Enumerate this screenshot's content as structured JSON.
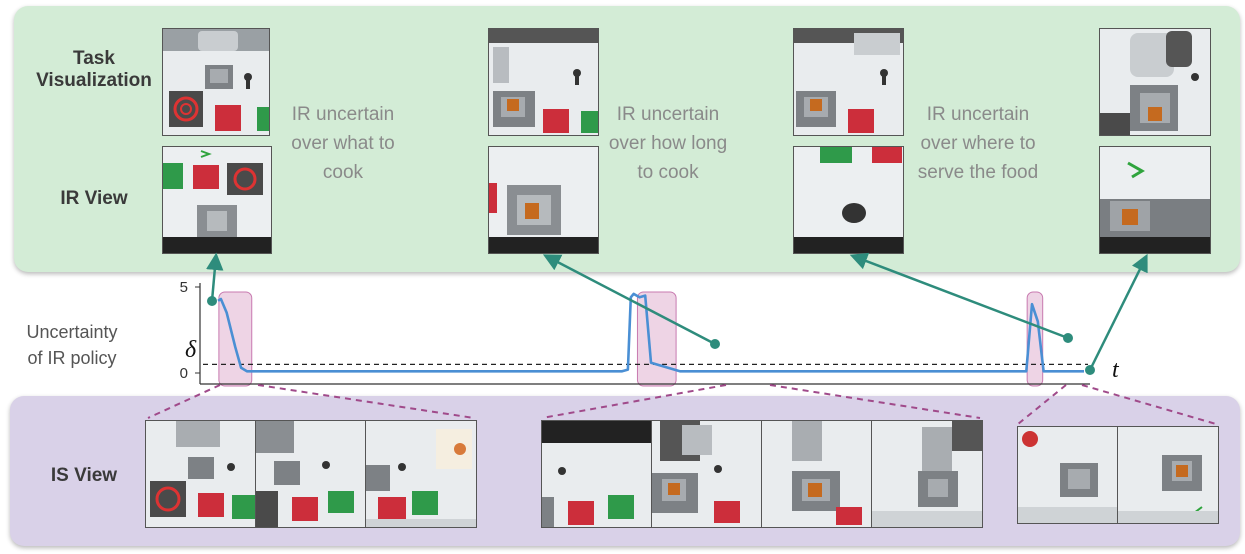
{
  "labels": {
    "task_visualization": "Task\nVisualization",
    "ir_view": "IR View",
    "is_view": "IS View",
    "uncertainty": "Uncertainty\nof IR policy"
  },
  "annotations": [
    "IR uncertain\nover what to\ncook",
    "IR uncertain\nover how long\nto cook",
    "IR uncertain\nover where to\nserve the food"
  ],
  "chart_data": {
    "type": "line",
    "title": "",
    "xlabel": "t",
    "ylabel": "",
    "yticks": [
      "0",
      "5"
    ],
    "ylim": [
      0,
      5
    ],
    "threshold_label": "δ",
    "threshold": 0.5,
    "series": [
      {
        "x": [
          0,
          0.5,
          1.5,
          3,
          4,
          5,
          70,
          71,
          71.5,
          72,
          73,
          74,
          75,
          80,
          140,
          141,
          142,
          143,
          150
        ],
        "values": [
          4.2,
          4.3,
          3.5,
          1.5,
          0.3,
          0.1,
          0.1,
          0.2,
          4.4,
          4.6,
          4.4,
          4.5,
          0.6,
          0.1,
          0.1,
          4.0,
          3.0,
          0.1,
          0.1
        ]
      }
    ],
    "highlight_regions": [
      [
        0.5,
        5.5
      ],
      [
        73,
        79
      ],
      [
        140.5,
        142.5
      ]
    ],
    "colors": {
      "line": "#4a8fd4",
      "highlight": "#d9a0c6",
      "arrow": "#2e8c7c",
      "dashed": "#a04a8a"
    }
  }
}
